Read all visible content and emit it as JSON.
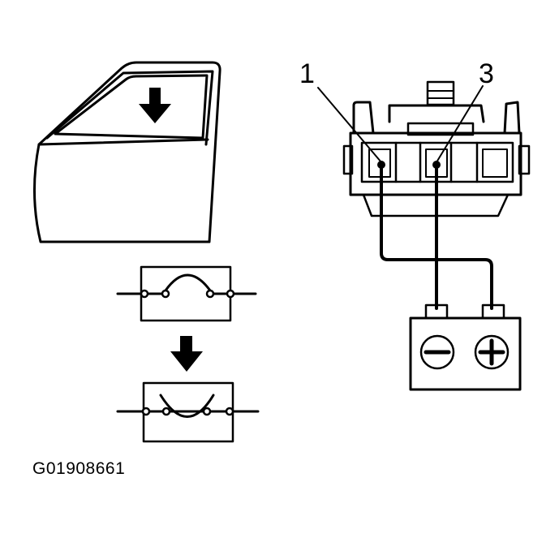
{
  "callouts": {
    "terminal_1": "1",
    "terminal_3": "3"
  },
  "figure_code": "G01908661",
  "icons": {
    "door": "car-door-icon",
    "arrow": "down-arrow-icon",
    "battery": "battery-icon",
    "switch": "window-switch-connector-icon"
  },
  "colors": {
    "line": "#000000",
    "background": "#ffffff"
  }
}
